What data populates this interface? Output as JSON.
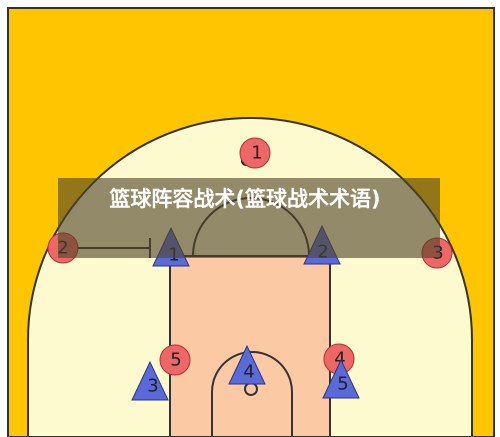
{
  "caption": "篮球阵容战术(篮球战术术语)",
  "colors": {
    "court_background": "#ffc600",
    "three_point_area": "#fdfad0",
    "paint": "#fbc9a4",
    "offense_circle": "#ee6767",
    "defense_triangle": "#5a6ad8",
    "lines": "#333333"
  },
  "offense_players": [
    {
      "label": "1"
    },
    {
      "label": "2"
    },
    {
      "label": "3"
    },
    {
      "label": "4"
    },
    {
      "label": "5"
    }
  ],
  "defense_players": [
    {
      "label": "1"
    },
    {
      "label": "2"
    },
    {
      "label": "3"
    },
    {
      "label": "4"
    },
    {
      "label": "5"
    }
  ]
}
